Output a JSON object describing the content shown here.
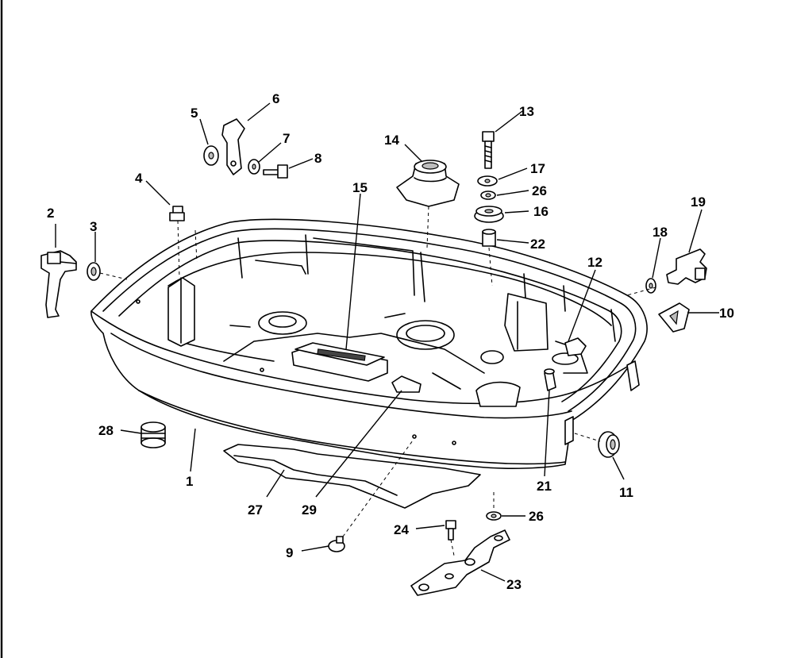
{
  "callouts": {
    "c1": "1",
    "c2": "2",
    "c3": "3",
    "c4": "4",
    "c5": "5",
    "c6": "6",
    "c7": "7",
    "c8": "8",
    "c9": "9",
    "c10": "10",
    "c11": "11",
    "c12": "12",
    "c13": "13",
    "c14": "14",
    "c15": "15",
    "c16": "16",
    "c17": "17",
    "c18": "18",
    "c19": "19",
    "c21": "21",
    "c22": "22",
    "c23": "23",
    "c24": "24",
    "c26a": "26",
    "c26b": "26",
    "c27": "27",
    "c28": "28",
    "c29": "29"
  }
}
